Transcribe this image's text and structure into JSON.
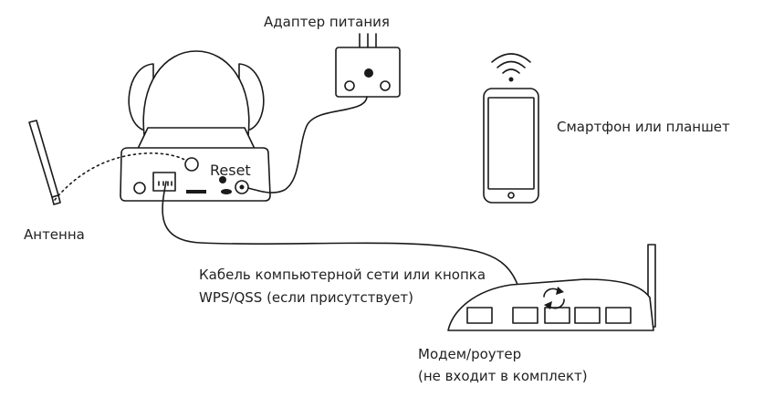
{
  "labels": {
    "power_adapter": "Адаптер питания",
    "smartphone": "Смартфон или планшет",
    "reset": "Reset",
    "antenna": "Антенна",
    "cable_line1": "Кабель компьютерной сети или кнопка",
    "cable_line2": "WPS/QSS (если присутствует)",
    "router_line1": "Модем/роутер",
    "router_line2": "(не входит в комплект)"
  },
  "icons": {
    "camera": "ip-camera-icon",
    "antenna": "antenna-icon",
    "adapter": "power-adapter-icon",
    "phone": "smartphone-icon",
    "wifi": "wifi-signal-icon",
    "router": "router-icon",
    "wps": "wps-sync-icon"
  },
  "colors": {
    "line": "#1a1a1a",
    "background": "#ffffff"
  }
}
